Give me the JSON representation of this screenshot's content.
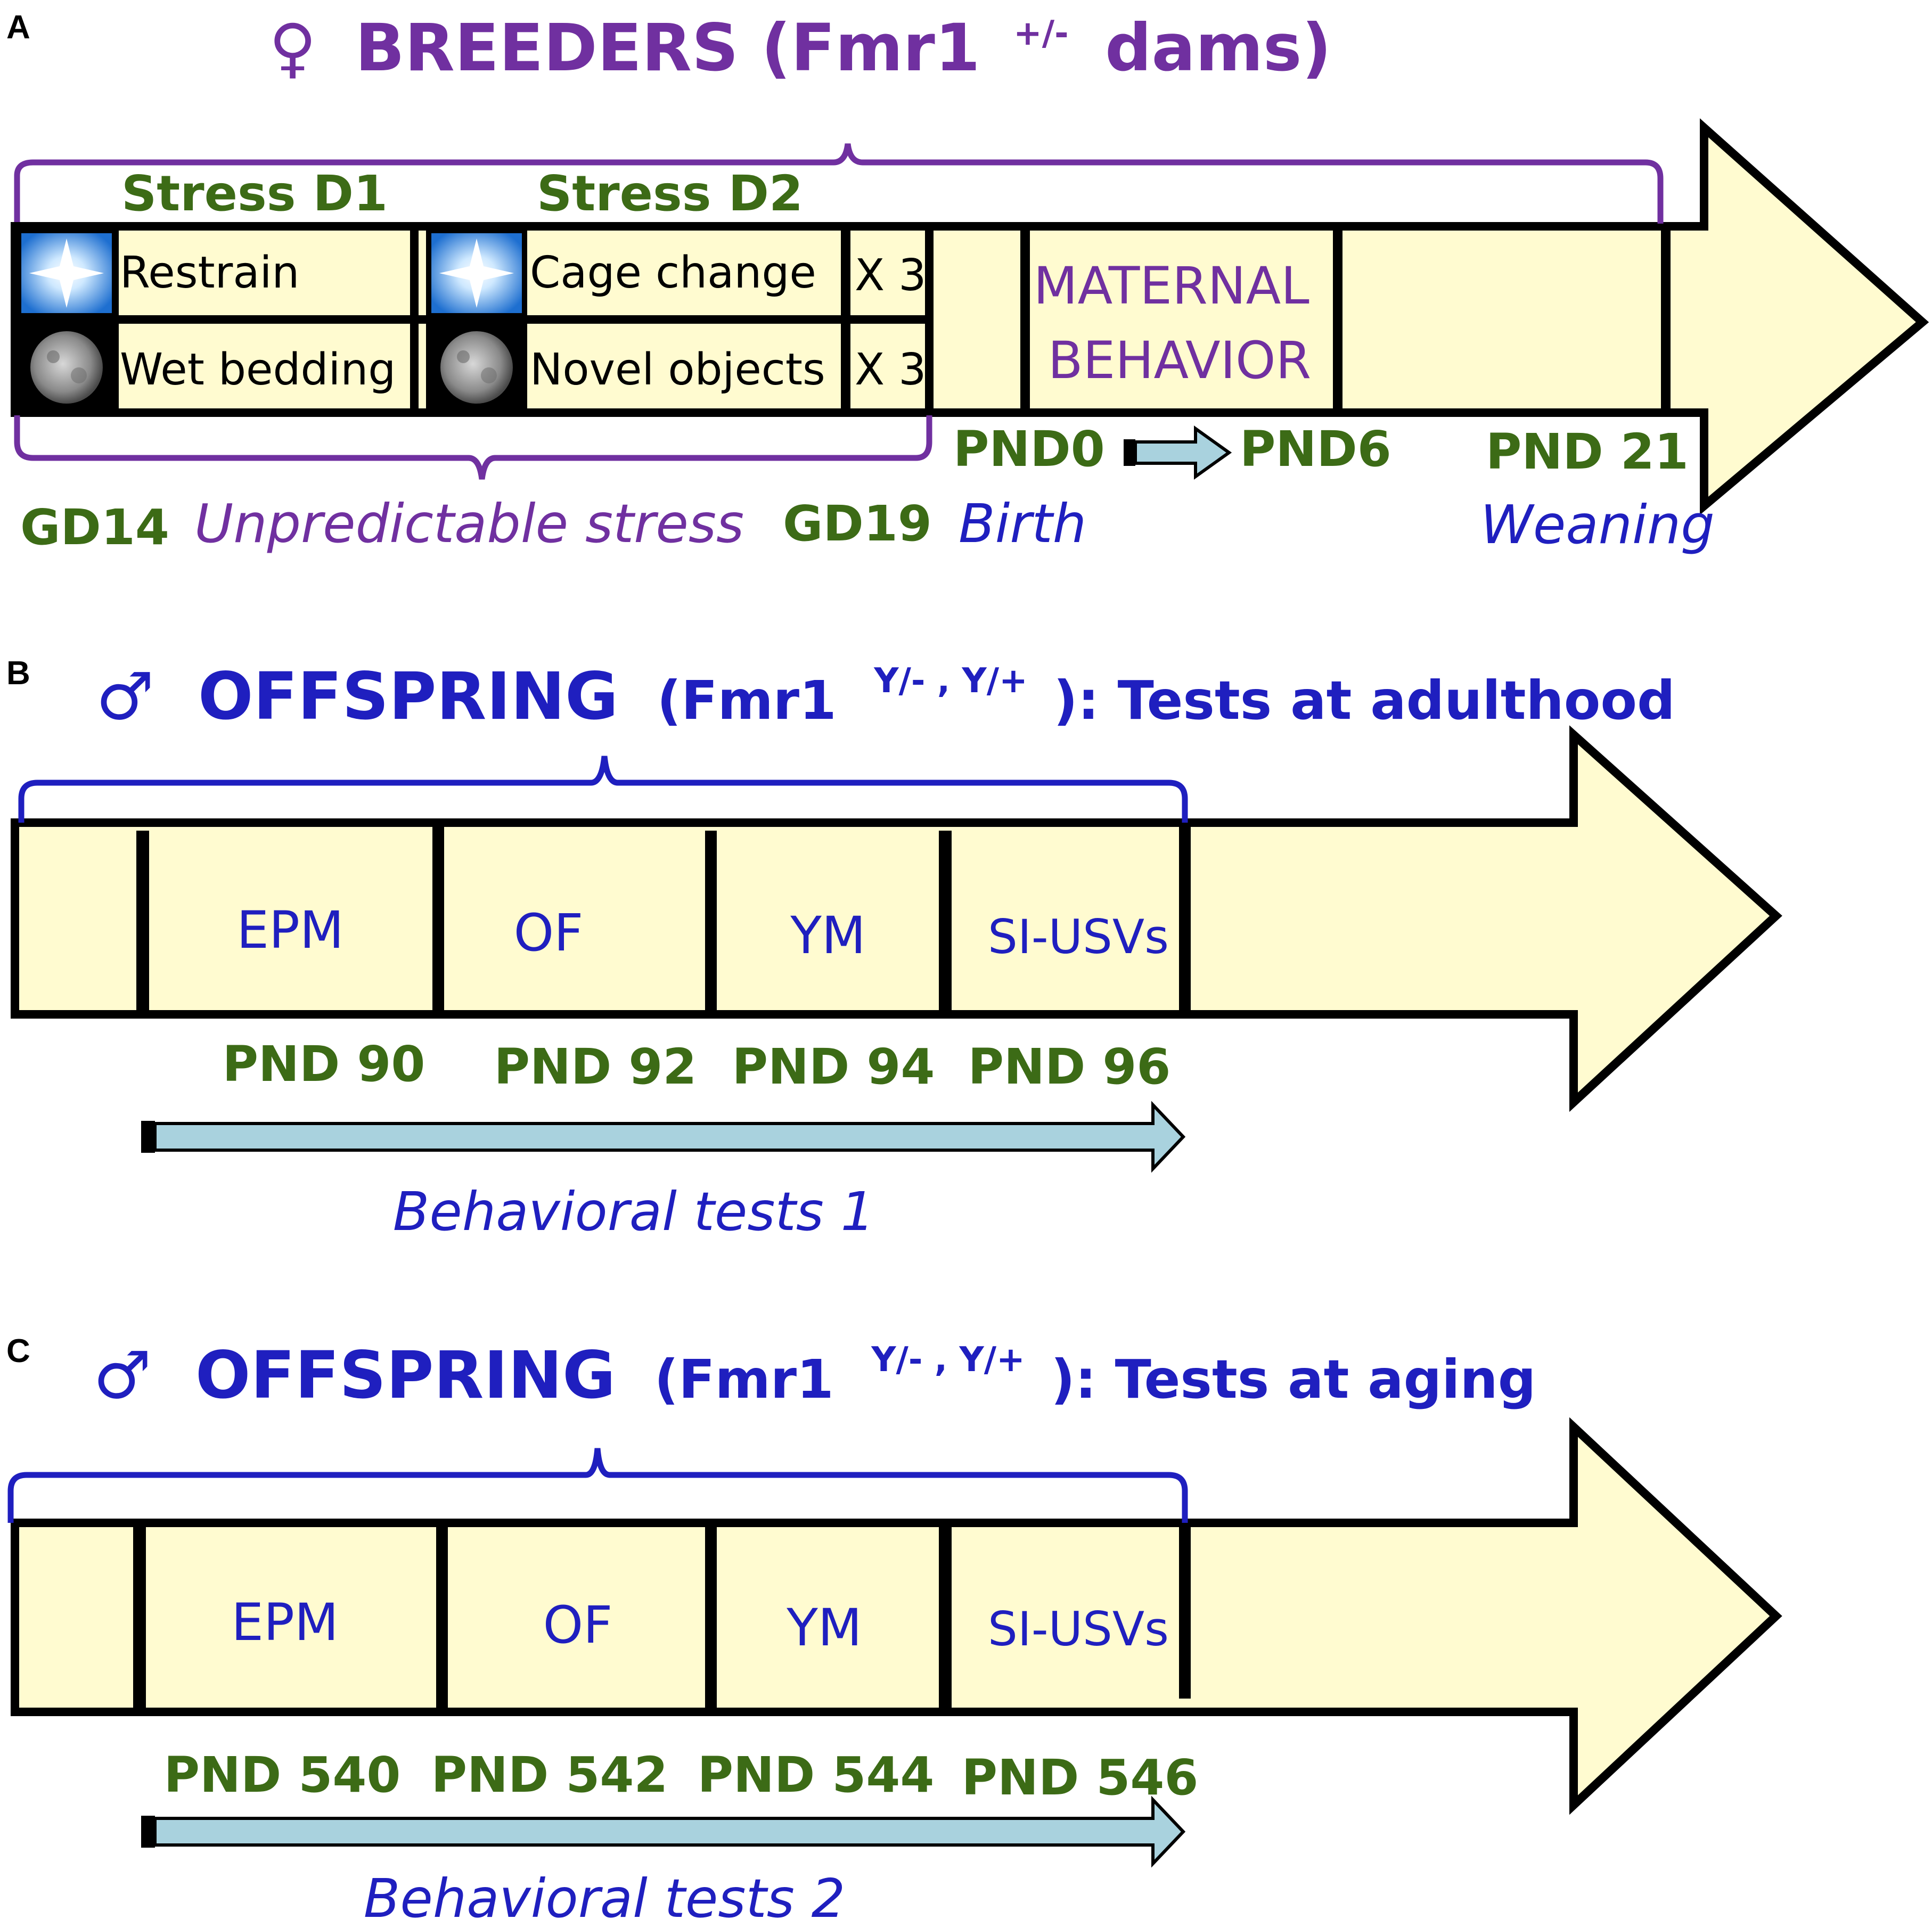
{
  "panel_a": {
    "letter": "A",
    "female_symbol": "♀",
    "title_main": "BREEDERS (Fmr1",
    "title_sup": "+/-",
    "title_end": "dams)",
    "stress_d1": "Stress D1",
    "stress_d2": "Stress D2",
    "restrain": "Restrain",
    "wet_bedding": "Wet bedding",
    "cage_change": "Cage change",
    "novel_objects": "Novel objects",
    "x3_top": "X 3",
    "x3_bottom": "X 3",
    "maternal_1": "MATERNAL",
    "maternal_2": "BEHAVIOR",
    "gd14": "GD14",
    "unpredictable": "Unpredictable stress",
    "gd19": "GD19",
    "birth": "Birth",
    "pnd0": "PND0",
    "pnd6": "PND6",
    "pnd21": "PND 21",
    "weaning": "Weaning",
    "icon_day": "sun-icon",
    "icon_night": "moon-icon"
  },
  "panel_b": {
    "letter": "B",
    "male_symbol": "♂",
    "title_bold": "OFFSPRING",
    "title_mid": "(Fmr1",
    "title_sup": "Y/- , Y/+",
    "title_end": "): Tests at adulthood",
    "tests": [
      "EPM",
      "OF",
      "YM",
      "SI-USVs"
    ],
    "days": [
      "PND 90",
      "PND 92",
      "PND 94",
      "PND 96"
    ],
    "caption": "Behavioral tests 1"
  },
  "panel_c": {
    "letter": "C",
    "male_symbol": "♂",
    "title_bold": "OFFSPRING",
    "title_mid": "(Fmr1",
    "title_sup": "Y/- , Y/+",
    "title_end": "): Tests at aging",
    "tests": [
      "EPM",
      "OF",
      "YM",
      "SI-USVs"
    ],
    "days": [
      "PND 540",
      "PND 542",
      "PND 544",
      "PND 546"
    ],
    "caption": "Behavioral tests 2"
  },
  "colors": {
    "arrow_fill": "#fffbd0",
    "purple": "#7030a0",
    "blue": "#1f1fbf",
    "green": "#3c6b16",
    "small_arrow": "#a9d2de"
  }
}
